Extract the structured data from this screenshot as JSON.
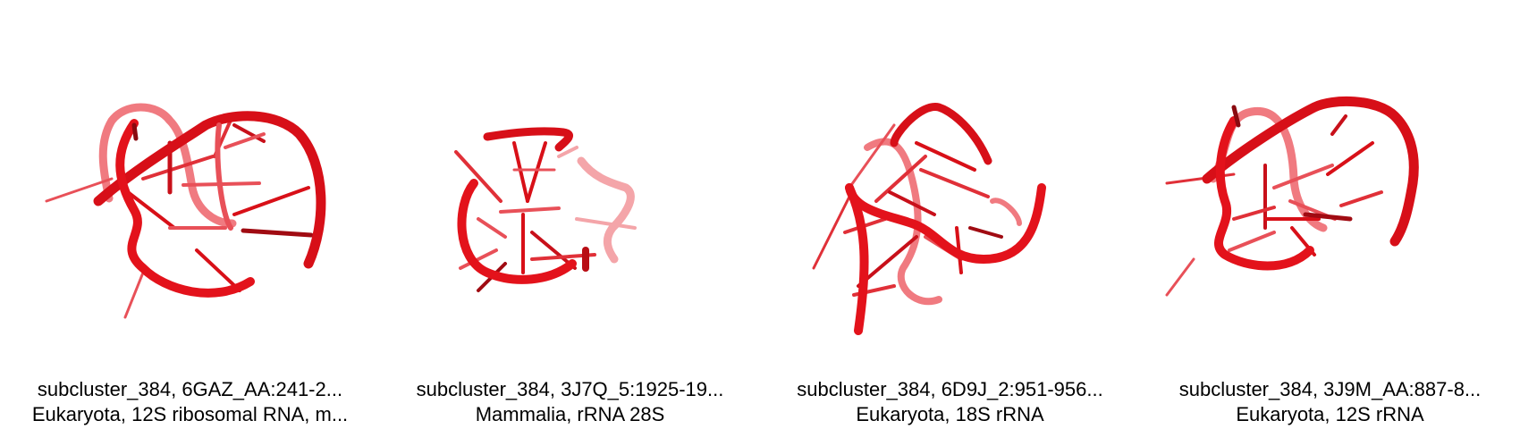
{
  "colors": {
    "backbone": "#e3121b",
    "backbone_dark": "#b80d14",
    "backbone_light": "#f07a80",
    "background": "#ffffff",
    "caption_text": "#000000"
  },
  "panels": [
    {
      "title": "subcluster_384, 6GAZ_AA:241-2...",
      "subtitle": "Eukaryota, 12S ribosomal RNA, m..."
    },
    {
      "title": "subcluster_384, 3J7Q_5:1925-19...",
      "subtitle": "Mammalia, rRNA 28S"
    },
    {
      "title": "subcluster_384, 6D9J_2:951-956...",
      "subtitle": "Eukaryota, 18S rRNA"
    },
    {
      "title": "subcluster_384, 3J9M_AA:887-8...",
      "subtitle": "Eukaryota, 12S rRNA"
    }
  ]
}
